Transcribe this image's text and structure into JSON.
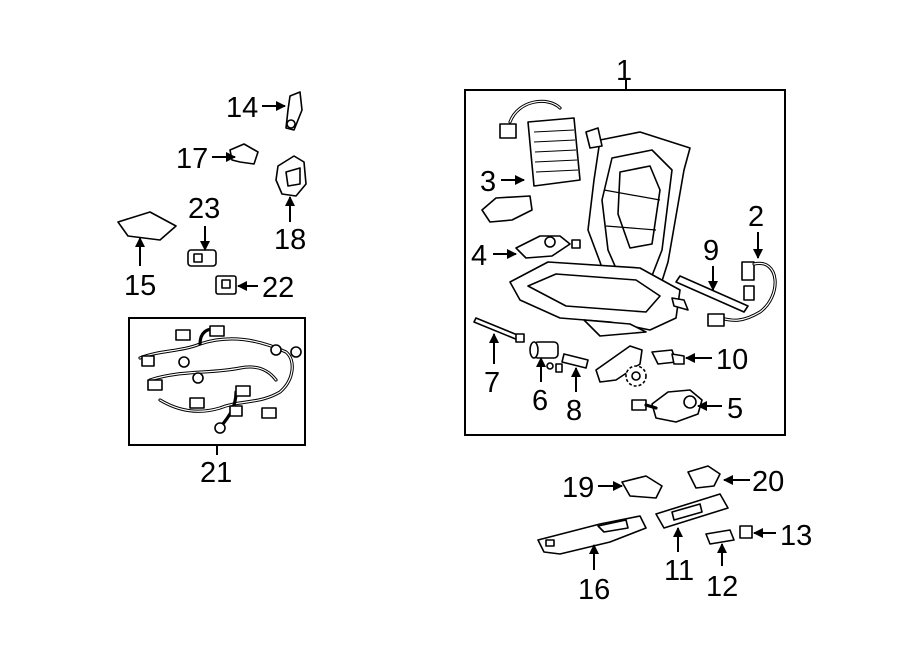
{
  "callouts": {
    "c1": "1",
    "c2": "2",
    "c3": "3",
    "c4": "4",
    "c5": "5",
    "c6": "6",
    "c7": "7",
    "c8": "8",
    "c9": "9",
    "c10": "10",
    "c11": "11",
    "c12": "12",
    "c13": "13",
    "c14": "14",
    "c15": "15",
    "c16": "16",
    "c17": "17",
    "c18": "18",
    "c19": "19",
    "c20": "20",
    "c21": "21",
    "c22": "22",
    "c23": "23"
  },
  "icons": {
    "arrowhead": "filled-triangle-arrow"
  },
  "colors": {
    "line": "#000000",
    "background": "#ffffff"
  }
}
